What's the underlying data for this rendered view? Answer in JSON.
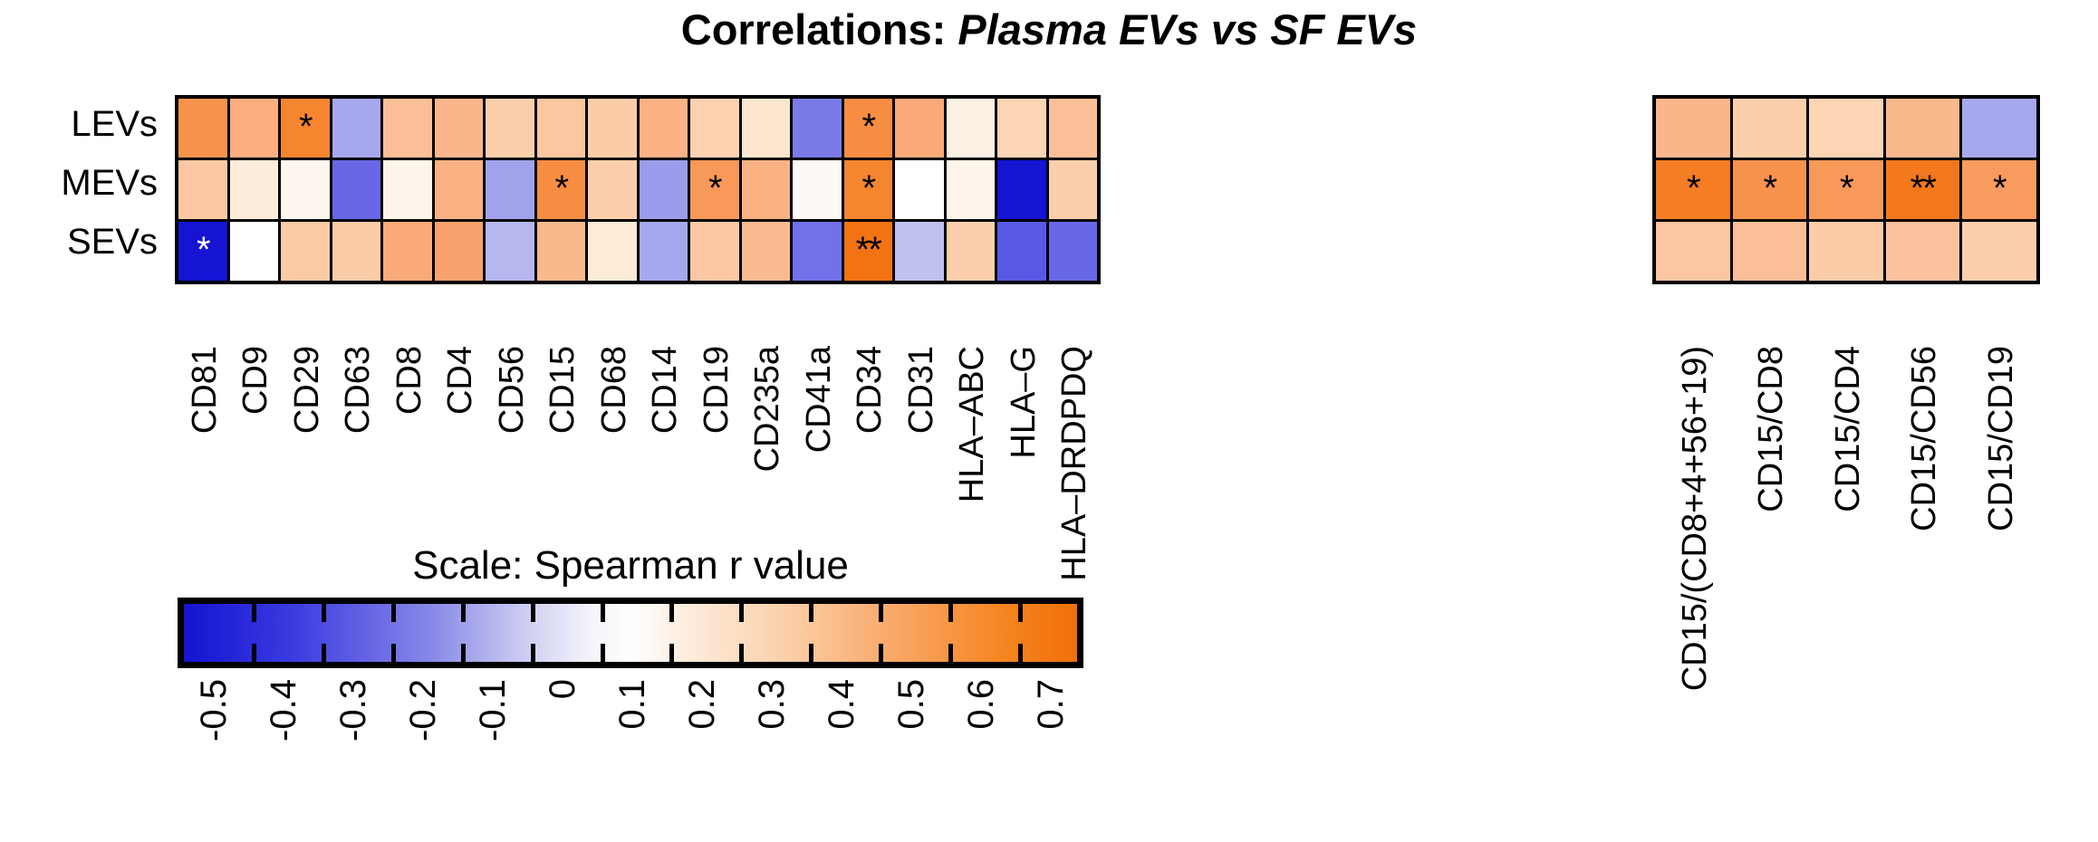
{
  "title": {
    "prefix": "Correlations:",
    "emphasis": "Plasma EVs vs SF EVs"
  },
  "rows": [
    "LEVs",
    "MEVs",
    "SEVs"
  ],
  "legend": {
    "label": "Scale: Spearman r value",
    "ticks": [
      "-0.5",
      "-0.4",
      "-0.3",
      "-0.2",
      "-0.1",
      "0",
      "0.1",
      "0.2",
      "0.3",
      "0.4",
      "0.5",
      "0.6",
      "0.7"
    ],
    "vmin": -0.5,
    "vmax": 0.7,
    "colors": {
      "low": "#1414d2",
      "mid": "#ffffff",
      "high": "#f0700a"
    }
  },
  "chart_data": {
    "type": "heatmap",
    "title": "Correlations: Plasma EVs vs SF EVs",
    "xlabel": "",
    "ylabel": "",
    "cmap": "blue-white-orange",
    "vmin": -0.5,
    "vmax": 0.7,
    "colorbar_label": "Scale: Spearman r value",
    "rows": [
      "LEVs",
      "MEVs",
      "SEVs"
    ],
    "panels": [
      {
        "name": "markers",
        "columns": [
          "CD81",
          "CD9",
          "CD29",
          "CD63",
          "CD8",
          "CD4",
          "CD56",
          "CD15",
          "CD68",
          "CD14",
          "CD19",
          "CD235a",
          "CD41a",
          "CD34",
          "CD31",
          "HLA–ABC",
          "HLA–G",
          "HLA–DRDPDQ"
        ],
        "values": [
          [
            0.5,
            0.38,
            0.55,
            -0.17,
            0.3,
            0.34,
            0.22,
            0.27,
            0.24,
            0.36,
            0.2,
            0.1,
            -0.26,
            0.52,
            0.4,
            0.05,
            0.18,
            0.3
          ],
          [
            0.26,
            0.07,
            0.03,
            -0.3,
            0.04,
            0.36,
            -0.18,
            0.52,
            0.22,
            -0.19,
            0.48,
            0.36,
            0.02,
            0.55,
            0.0,
            0.04,
            -0.5,
            0.22
          ],
          [
            -0.5,
            0.0,
            0.25,
            0.24,
            0.4,
            0.44,
            -0.14,
            0.33,
            0.08,
            -0.17,
            0.26,
            0.32,
            -0.28,
            0.62,
            -0.12,
            0.22,
            -0.34,
            -0.3
          ]
        ],
        "annotations": [
          [
            "",
            "",
            "*",
            "",
            "",
            "",
            "",
            "",
            "",
            "",
            "",
            "",
            "",
            "*",
            "",
            "",
            "",
            ""
          ],
          [
            "",
            "",
            "",
            "",
            "",
            "",
            "",
            "*",
            "",
            "",
            "*",
            "",
            "",
            "*",
            "",
            "",
            "",
            ""
          ],
          [
            "*",
            "",
            "",
            "",
            "",
            "",
            "",
            "",
            "",
            "",
            "",
            "",
            "",
            "**",
            "",
            "",
            "",
            ""
          ]
        ]
      },
      {
        "name": "ratios",
        "columns": [
          "CD15/(CD8+4+56+19)",
          "CD15/CD8",
          "CD15/CD4",
          "CD15/CD56",
          "CD15/CD19"
        ],
        "values": [
          [
            0.34,
            0.22,
            0.18,
            0.33,
            -0.17
          ],
          [
            0.58,
            0.5,
            0.48,
            0.6,
            0.47
          ],
          [
            0.27,
            0.3,
            0.24,
            0.28,
            0.22
          ]
        ],
        "annotations": [
          [
            "",
            "",
            "",
            "",
            ""
          ],
          [
            "*",
            "*",
            "*",
            "**",
            "*"
          ],
          [
            "",
            "",
            "",
            "",
            ""
          ]
        ]
      }
    ]
  }
}
